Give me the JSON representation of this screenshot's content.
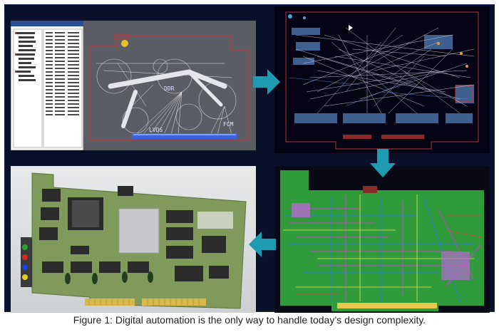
{
  "caption": "Figure 1: Digital automation is the only way to handle today’s design complexity.",
  "panels": {
    "placement": {
      "region_labels": [
        "LVDS",
        "DDR",
        "FCM"
      ]
    },
    "routing": {},
    "layout": {},
    "board_3d": {}
  },
  "colors": {
    "background": "#0a0f2a",
    "arrow": "#1e9bb0",
    "pcb_green": "#2f9b3a",
    "board_3d": "#7f9a5a",
    "rats_nest": "#d8d8e8"
  },
  "icons": [
    "arrow-right-icon",
    "arrow-down-icon",
    "arrow-left-icon"
  ]
}
